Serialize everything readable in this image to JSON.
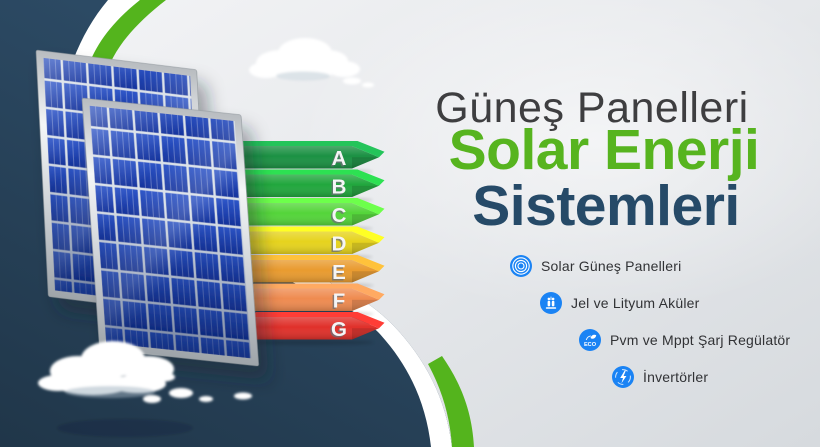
{
  "banner": {
    "title_line1": "Güneş Panelleri",
    "title_line2": "Solar Enerji",
    "title_line3": "Sistemleri"
  },
  "ratings": [
    {
      "label": "A",
      "color": "#1b9143"
    },
    {
      "label": "B",
      "color": "#21a73d"
    },
    {
      "label": "C",
      "color": "#54d53a"
    },
    {
      "label": "D",
      "color": "#e6d31d"
    },
    {
      "label": "E",
      "color": "#e99b2f"
    },
    {
      "label": "F",
      "color": "#ef8b50"
    },
    {
      "label": "G",
      "color": "#e0302a"
    }
  ],
  "features": [
    {
      "label": "Solar Güneş Panelleri",
      "icon": "solar-panel-icon"
    },
    {
      "label": "Jel ve Lityum Aküler",
      "icon": "battery-icon"
    },
    {
      "label": "Pvm ve Mppt Şarj Regülatör",
      "icon": "eco-regulator-icon",
      "icon_text": "ECO"
    },
    {
      "label": "İnvertörler",
      "icon": "inverter-icon"
    }
  ],
  "colors": {
    "navy_background": "#2c4a64",
    "light_background": "#e8eaed",
    "swoosh_green": "#54b41d",
    "ribbon_white": "#ffffff",
    "icon_blue": "#1a83f4",
    "title_gray": "#3e3e40",
    "title_green": "#57b41f",
    "title_navy": "#264a68",
    "panel_cell_blue": "#1c3dab",
    "feature_text": "#313235"
  }
}
